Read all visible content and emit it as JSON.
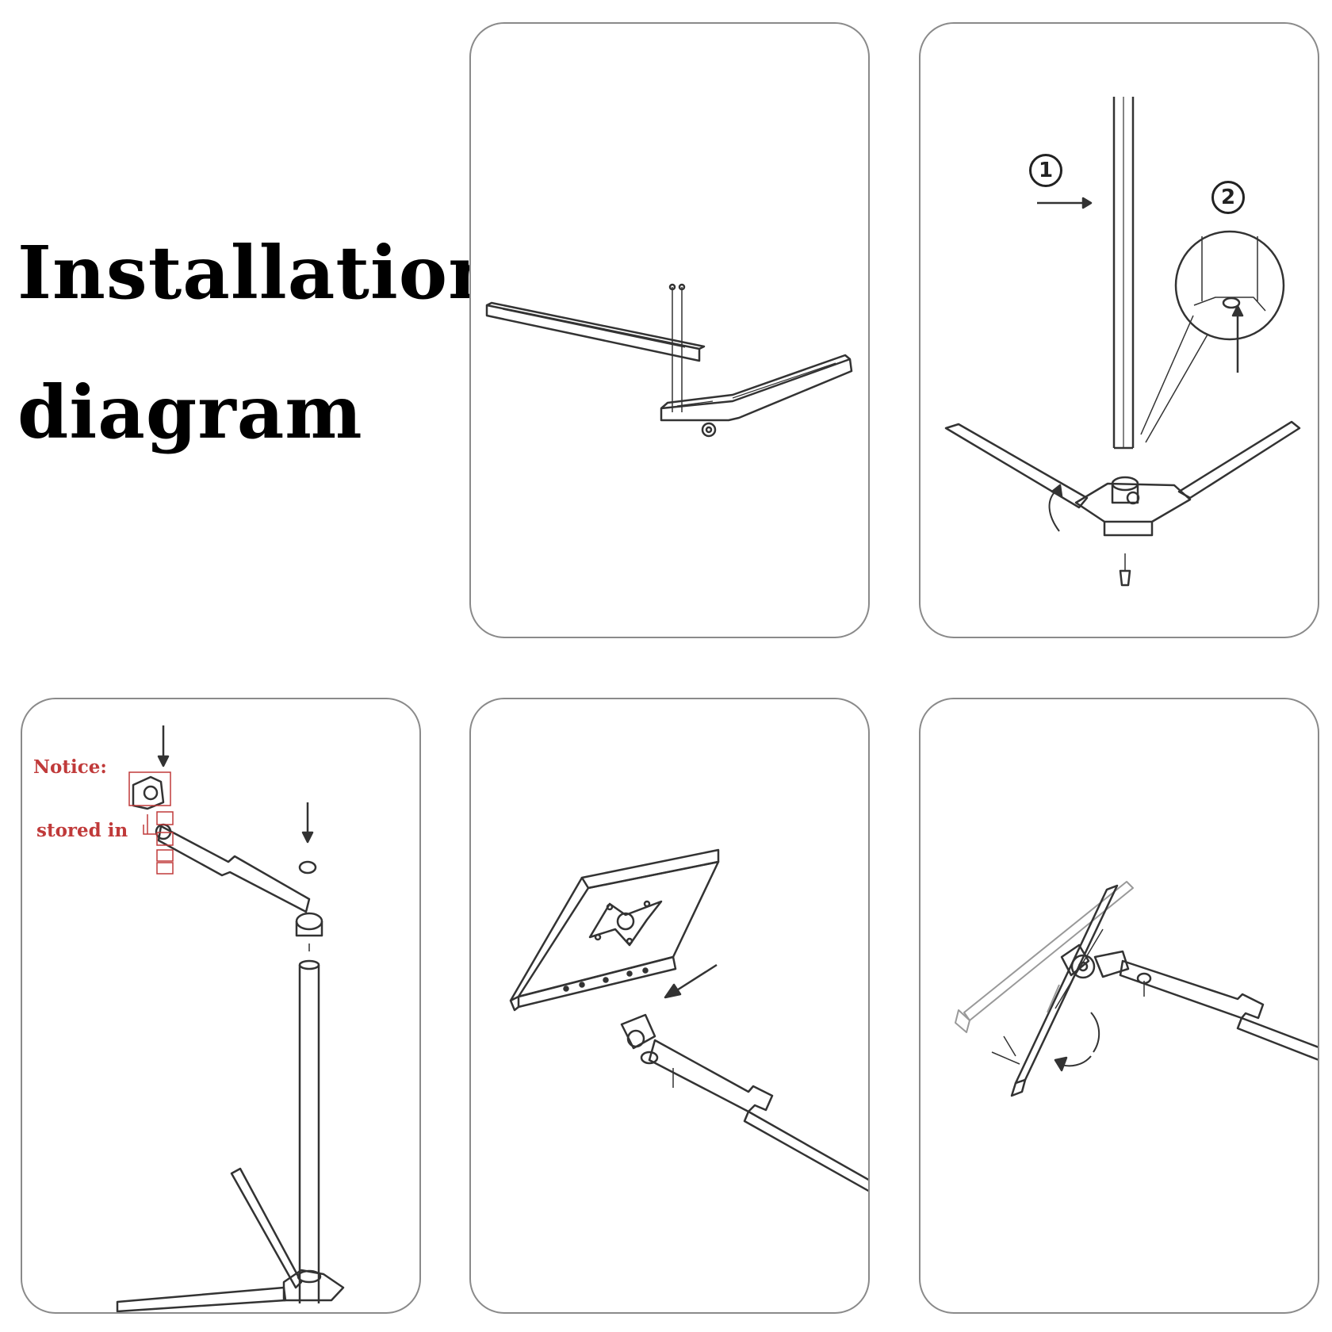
{
  "heading": {
    "line1": "Installation",
    "line2": "diagram"
  },
  "panel2": {
    "step1": "1",
    "step2": "2"
  },
  "panel3": {
    "notice": "Notice:",
    "stored_in": "stored in"
  },
  "colors": {
    "line": "#333333",
    "border": "#8a8a8a",
    "notice": "#c03a3a"
  }
}
